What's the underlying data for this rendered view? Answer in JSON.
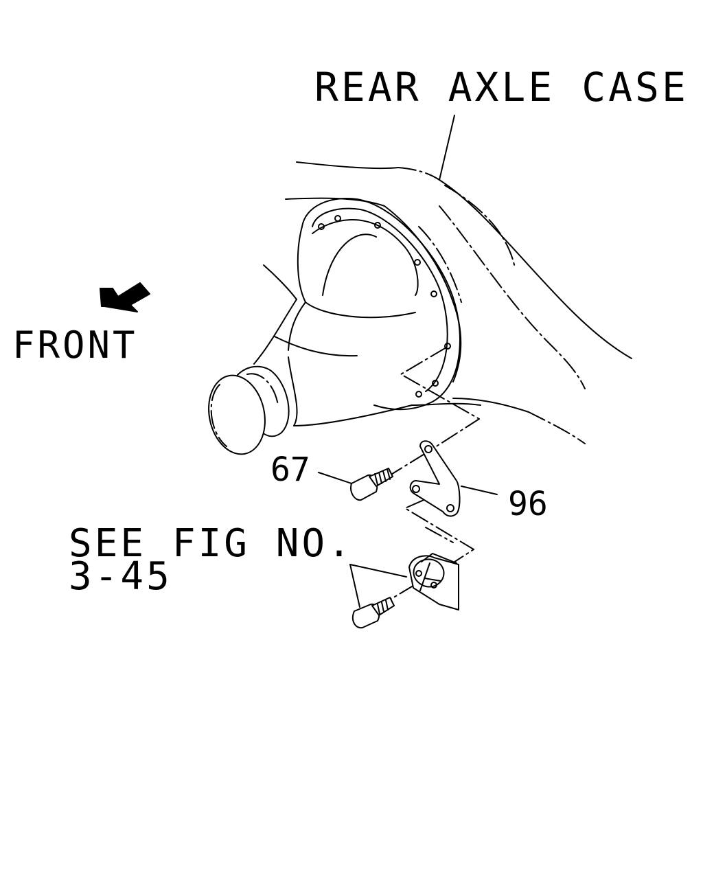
{
  "labels": {
    "rear_axle_case": "REAR AXLE CASE",
    "front": "FRONT",
    "part_67": "67",
    "part_96": "96",
    "see_fig_line1": "SEE FIG NO.",
    "see_fig_line2": "3-45"
  },
  "colors": {
    "ink": "#000000",
    "background": "#ffffff"
  },
  "icons": {
    "front_arrow": "arrow-down-left-icon"
  }
}
